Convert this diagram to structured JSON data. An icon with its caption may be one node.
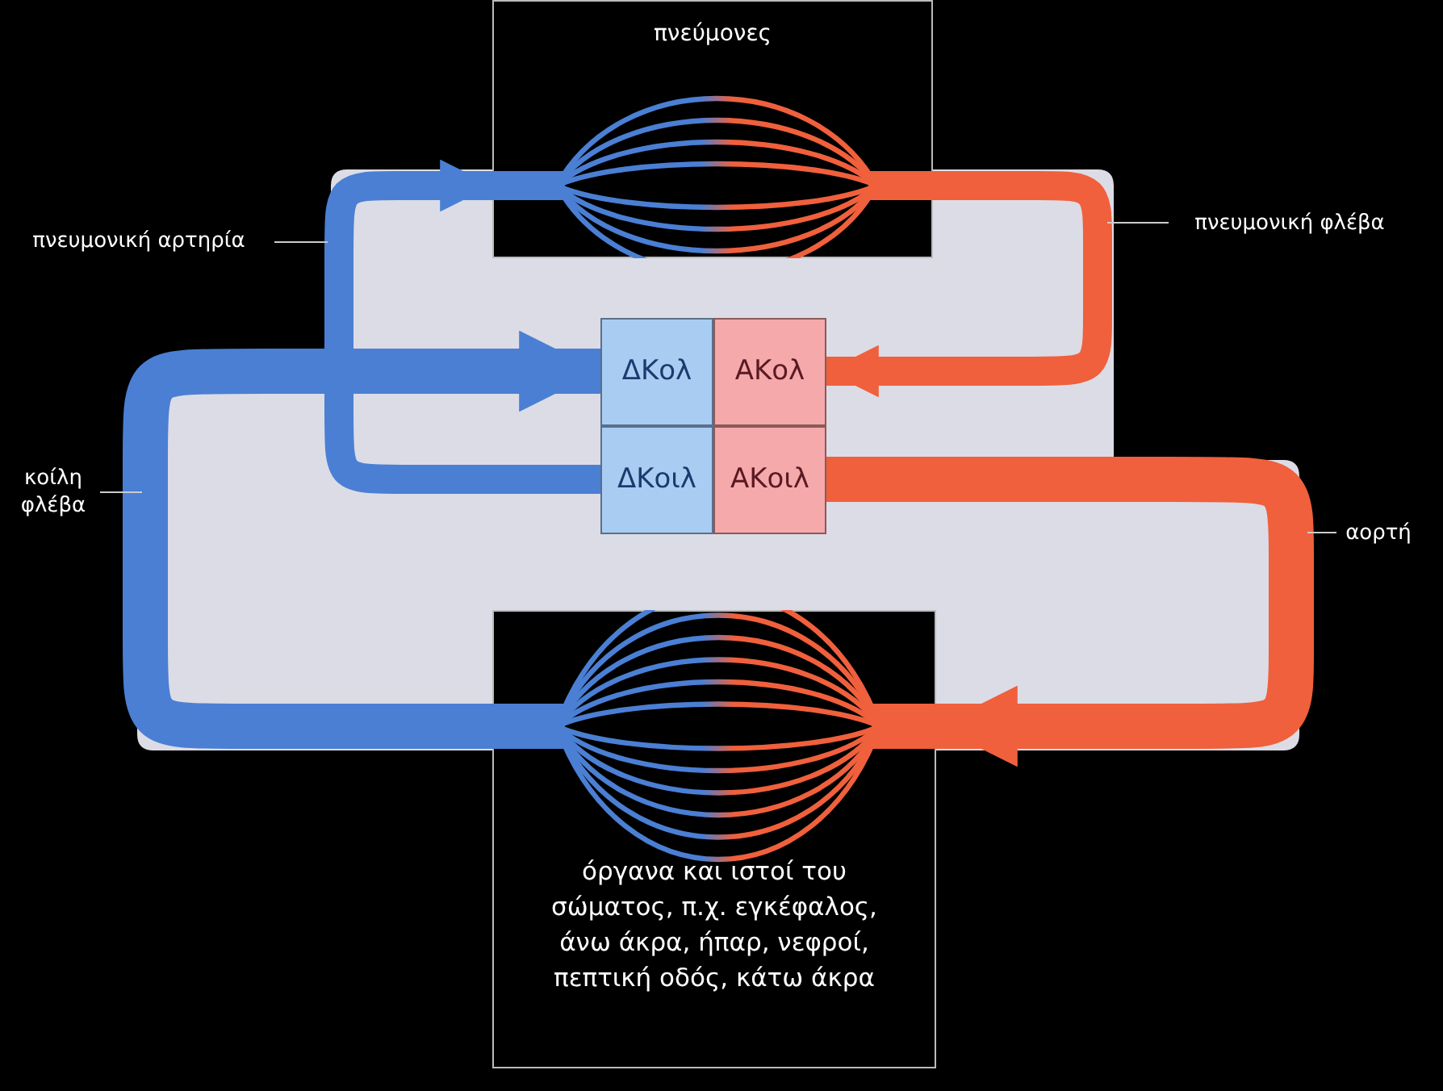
{
  "diagram": {
    "nodes": [
      {
        "text": [
          "πνεύμονες"
        ]
      },
      {
        "text": [
          "ΔΚολ"
        ]
      },
      {
        "text": [
          "ΑΚολ"
        ]
      },
      {
        "text": [
          "ΔΚοιλ"
        ]
      },
      {
        "text": [
          "ΑΚοιλ"
        ]
      },
      {
        "text": [
          "όργανα και ιστοί του σώματος, π.χ. εγκέφαλος, άνω άκρα, ήπαρ, νεφροί, πεπτική οδός, κάτω άκρα"
        ]
      },
      {
        "text": [
          "πνευμονική αρτηρία"
        ]
      },
      {
        "text": [
          "πνευμονική φλέβα"
        ]
      },
      {
        "text": [
          "κοίλη φλέβα"
        ]
      },
      {
        "text": [
          "αορτή"
        ]
      }
    ],
    "edges": [
      {
        "from": 3,
        "to": 0,
        "arrow": "to",
        "style": "thick",
        "color": "#4a7fd4"
      },
      {
        "from": 0,
        "to": 2,
        "arrow": "to",
        "style": "thick",
        "color": "#f0603c"
      },
      {
        "from": 4,
        "to": 5,
        "arrow": "to",
        "style": "thick",
        "color": "#f0603c"
      },
      {
        "from": 5,
        "to": 1,
        "arrow": "to",
        "style": "thick",
        "color": "#4a7fd4"
      },
      {
        "from": 6,
        "to": null,
        "arrow": "none"
      },
      {
        "from": 7,
        "to": null,
        "arrow": "none"
      },
      {
        "from": 8,
        "to": null,
        "arrow": "none"
      },
      {
        "from": 9,
        "to": null,
        "arrow": "none"
      }
    ]
  }
}
